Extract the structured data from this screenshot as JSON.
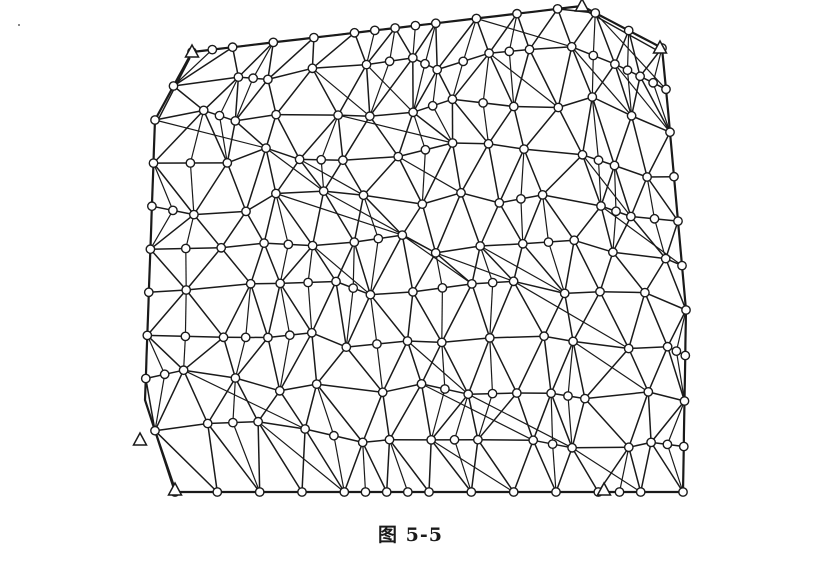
{
  "figure": {
    "caption": "图 5-5"
  },
  "colors": {
    "stroke": "#1a1a1a",
    "node_fill": "#ffffff",
    "background": "#ffffff"
  },
  "mesh": {
    "node_shape": "circle",
    "boundary_marker_shape": "triangle",
    "columns": 12,
    "rows": 10,
    "seed": 20240505
  }
}
